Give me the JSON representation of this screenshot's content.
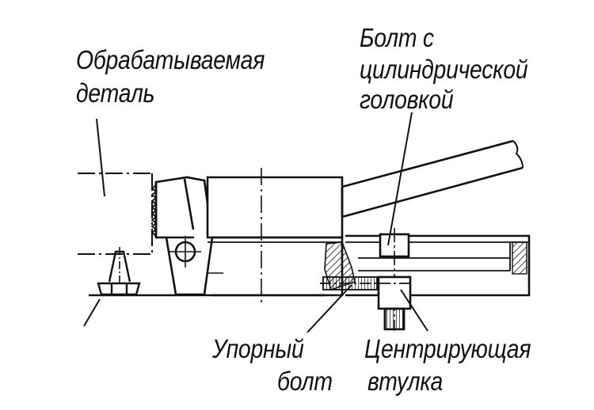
{
  "labels": {
    "workpiece": [
      "Обрабатываемая",
      "деталь"
    ],
    "bolt": [
      "Болт с",
      "цилиндрической",
      "головкой"
    ],
    "stop_bolt": [
      "Упорный",
      "болт"
    ],
    "bushing": [
      "Центрирующая",
      "втулка"
    ]
  },
  "colors": {
    "line": "#111111",
    "background": "#ffffff"
  }
}
